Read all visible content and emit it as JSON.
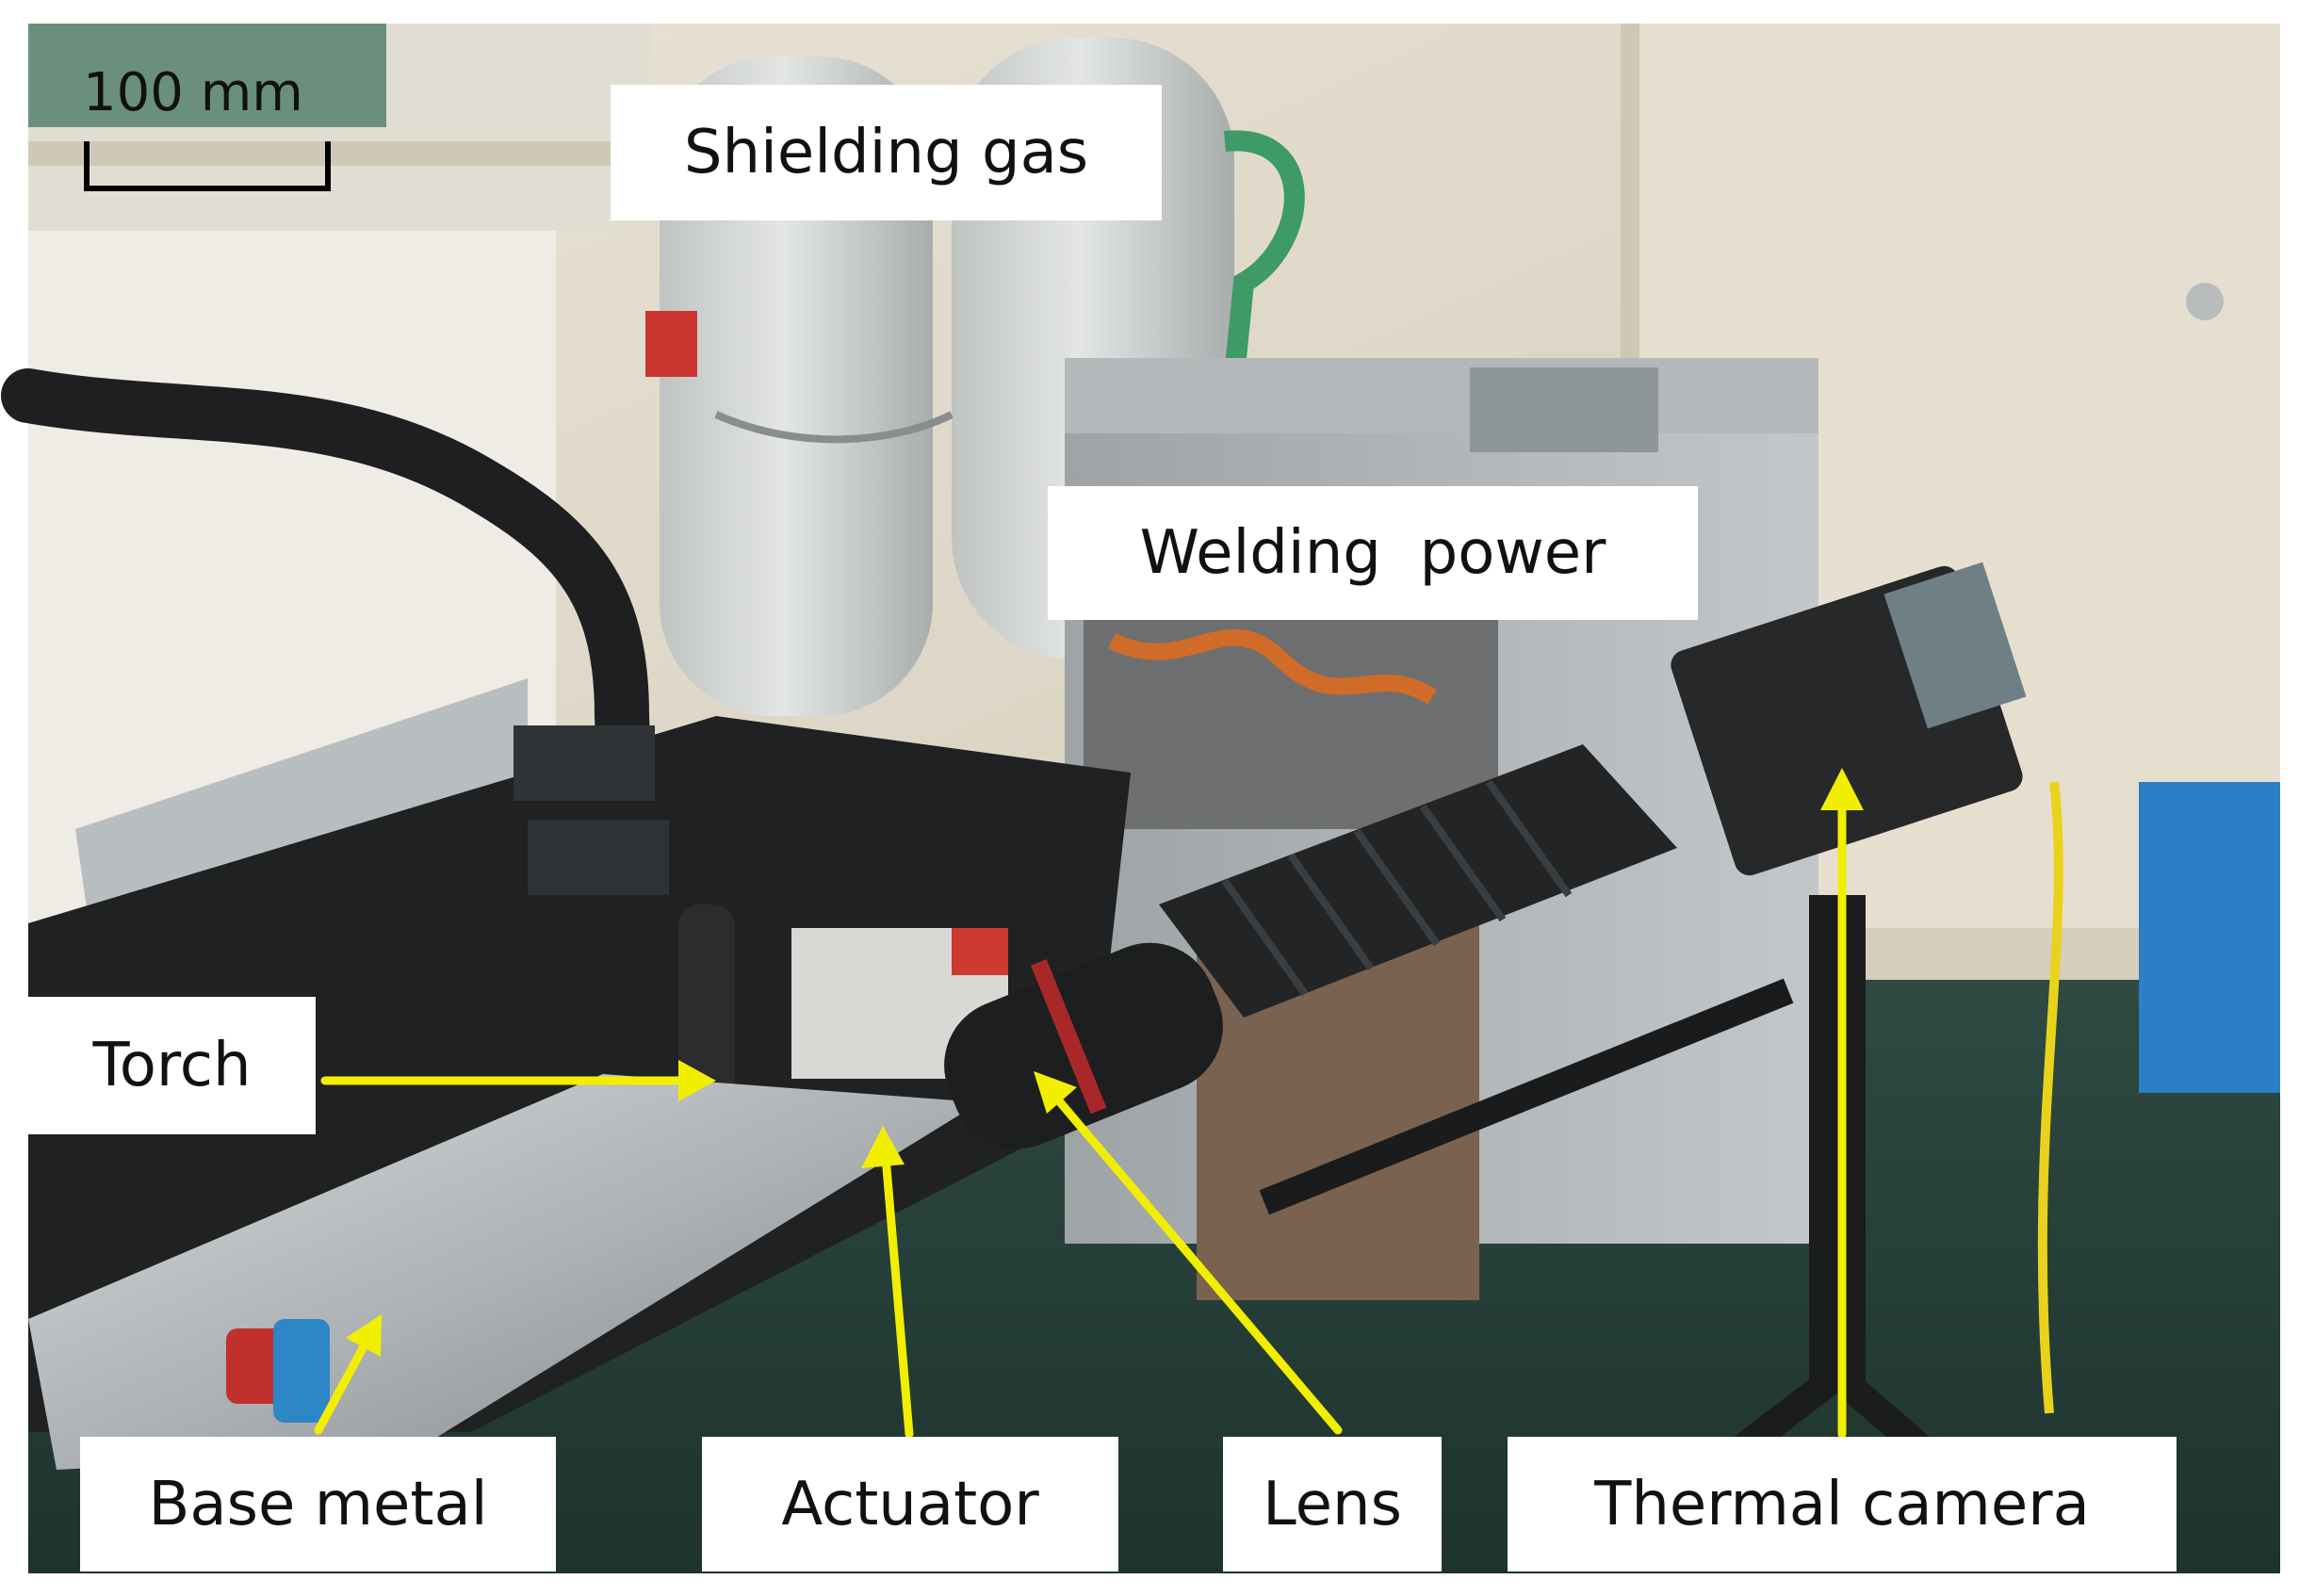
{
  "scale_bar": {
    "text": "100 mm"
  },
  "labels": {
    "shielding_gas": "Shielding gas",
    "welding_power": "Welding  power",
    "torch": "Torch",
    "base_metal": "Base metal",
    "actuator": "Actuator",
    "lens": "Lens",
    "thermal_camera": "Thermal camera"
  },
  "colors": {
    "arrow": "#f2ee00",
    "label_background": "#ffffff"
  }
}
